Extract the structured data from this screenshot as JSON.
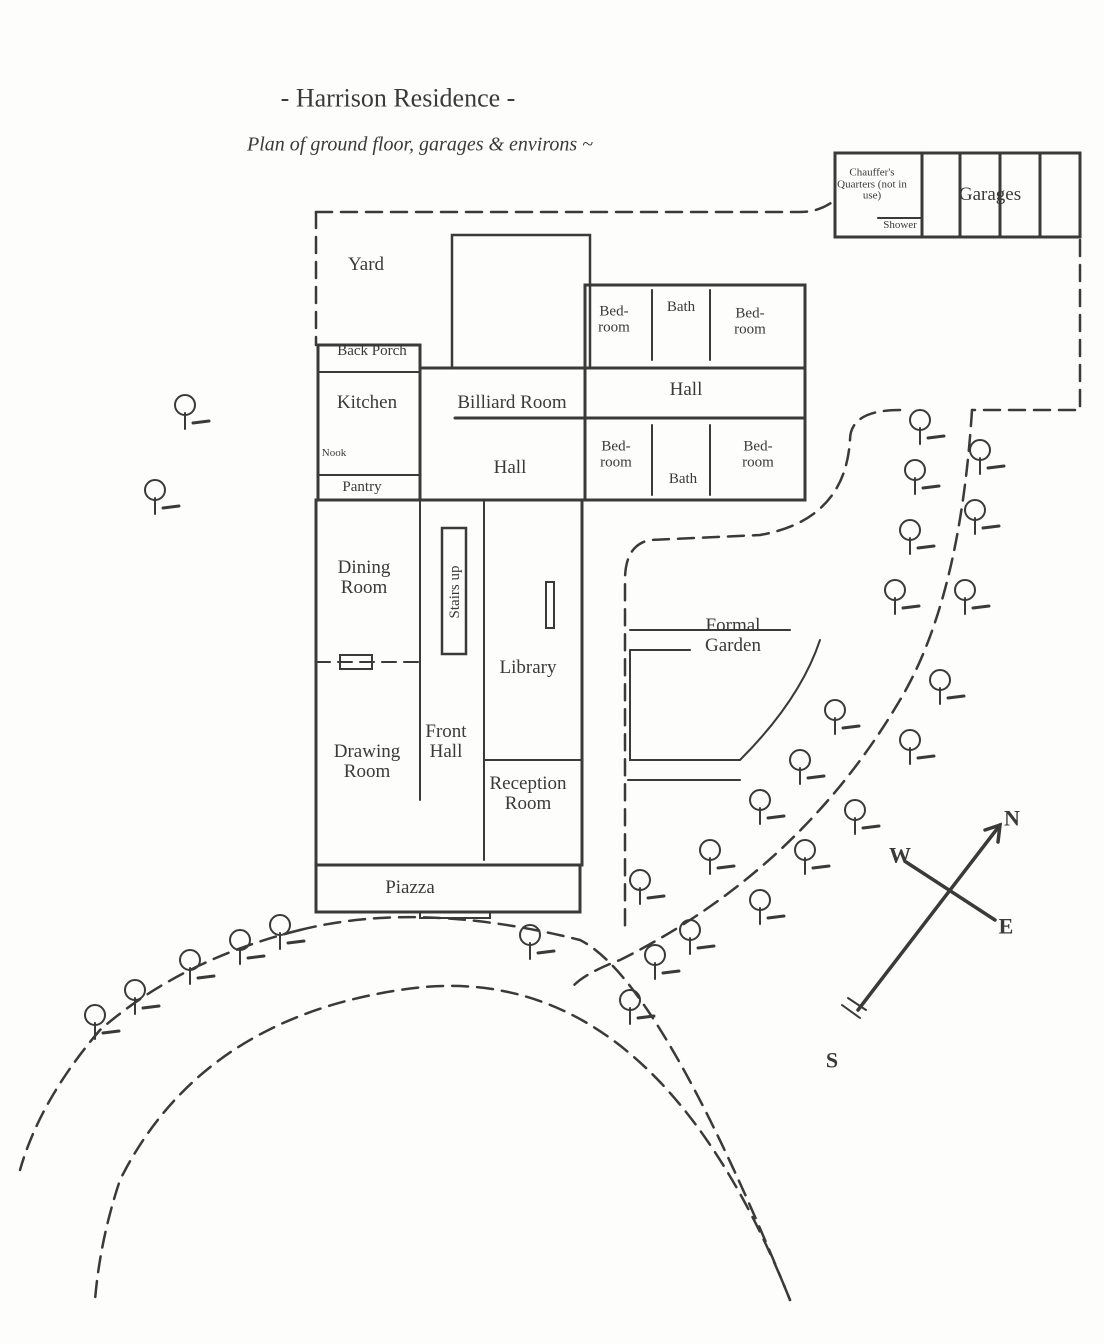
{
  "title": "- Harrison Residence -",
  "subtitle": "Plan of ground floor, garages & environs ~",
  "outbuildings": {
    "chauffeur": "Chauffer's Quarters (not in use)",
    "shower": "Shower",
    "garages": "Garages"
  },
  "rooms": {
    "yard": "Yard",
    "back_porch": "Back Porch",
    "kitchen": "Kitchen",
    "nook": "Nook",
    "pantry": "Pantry",
    "billiard_room": "Billiard Room",
    "hall_upper": "Hall",
    "hall_lower": "Hall",
    "bedroom_1": "Bed-room",
    "bath_1": "Bath",
    "bedroom_2": "Bed-room",
    "bedroom_3": "Bed-room",
    "bath_2": "Bath",
    "bedroom_4": "Bed-room",
    "dining_room": "Dining Room",
    "stairs": "Stairs up",
    "library": "Library",
    "formal_garden": "Formal Garden",
    "front_hall": "Front Hall",
    "drawing_room": "Drawing Room",
    "reception_room": "Reception Room",
    "piazza": "Piazza"
  },
  "compass": {
    "n": "N",
    "e": "E",
    "w": "W",
    "s": "S"
  }
}
